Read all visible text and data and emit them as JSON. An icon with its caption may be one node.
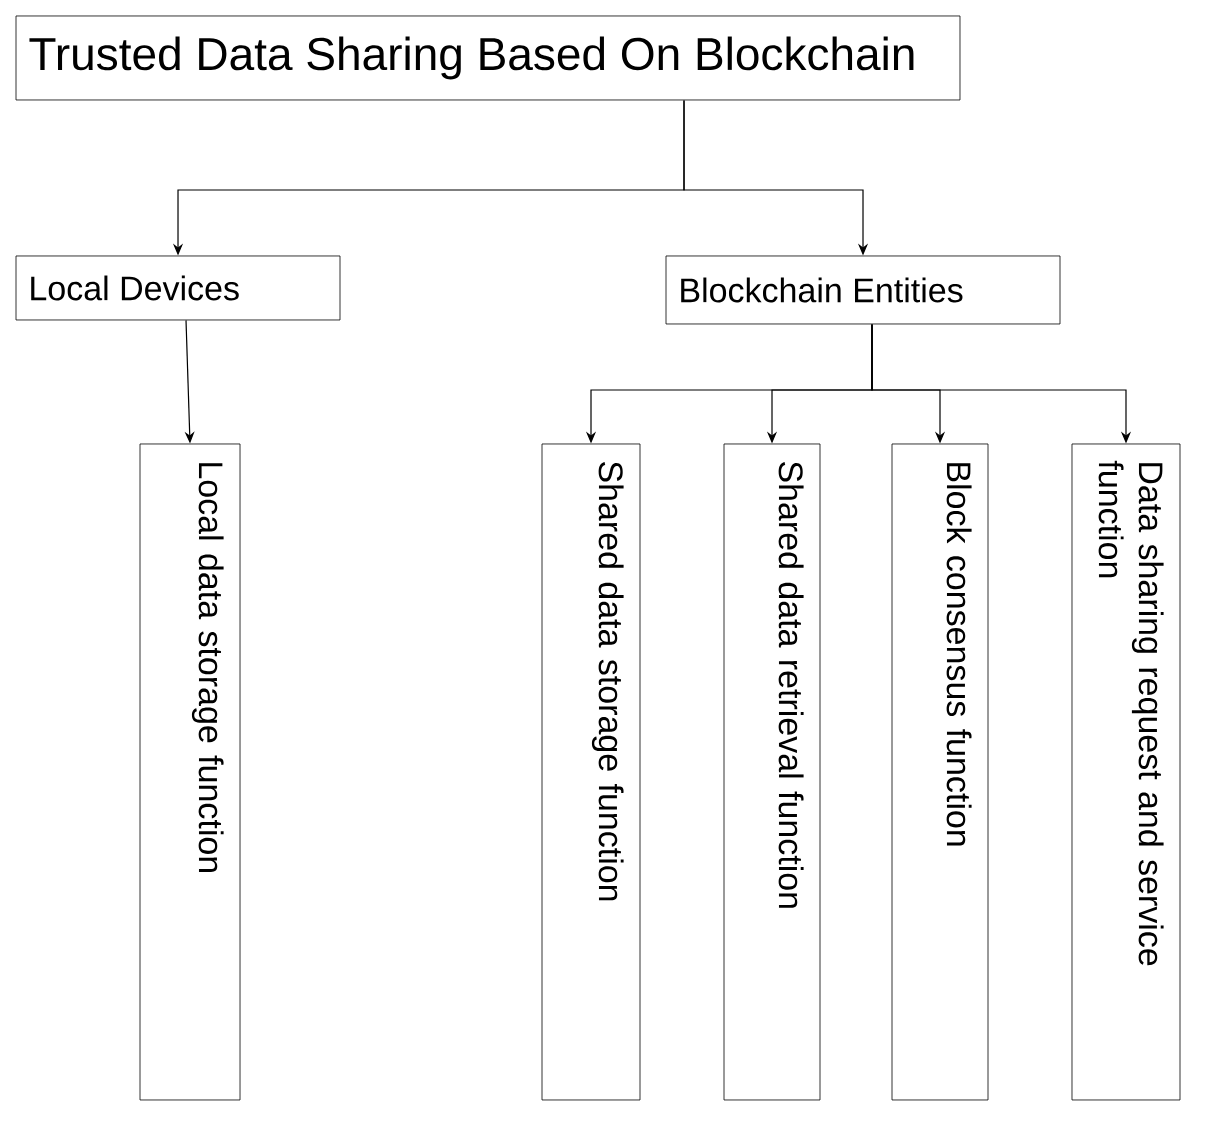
{
  "diagram": {
    "nodes": [
      {
        "text": [
          "Trusted Data Sharing Based On Blockchain"
        ]
      },
      {
        "text": [
          "Local Devices"
        ]
      },
      {
        "text": [
          "Blockchain Entities"
        ]
      },
      {
        "text": [
          "Local data storage function"
        ]
      },
      {
        "text": [
          "Shared data storage function"
        ]
      },
      {
        "text": [
          "Shared data retrieval function"
        ]
      },
      {
        "text": [
          "Block consensus function"
        ]
      },
      {
        "text": [
          "Data sharing request and service function"
        ]
      }
    ],
    "edges": [
      {
        "from": 0,
        "to": 1,
        "arrow": "to"
      },
      {
        "from": 0,
        "to": 2,
        "arrow": "to"
      },
      {
        "from": 1,
        "to": 3,
        "arrow": "to"
      },
      {
        "from": 2,
        "to": 4,
        "arrow": "to"
      },
      {
        "from": 2,
        "to": 5,
        "arrow": "to"
      },
      {
        "from": 2,
        "to": 6,
        "arrow": "to"
      },
      {
        "from": 2,
        "to": 7,
        "arrow": "to"
      }
    ]
  }
}
